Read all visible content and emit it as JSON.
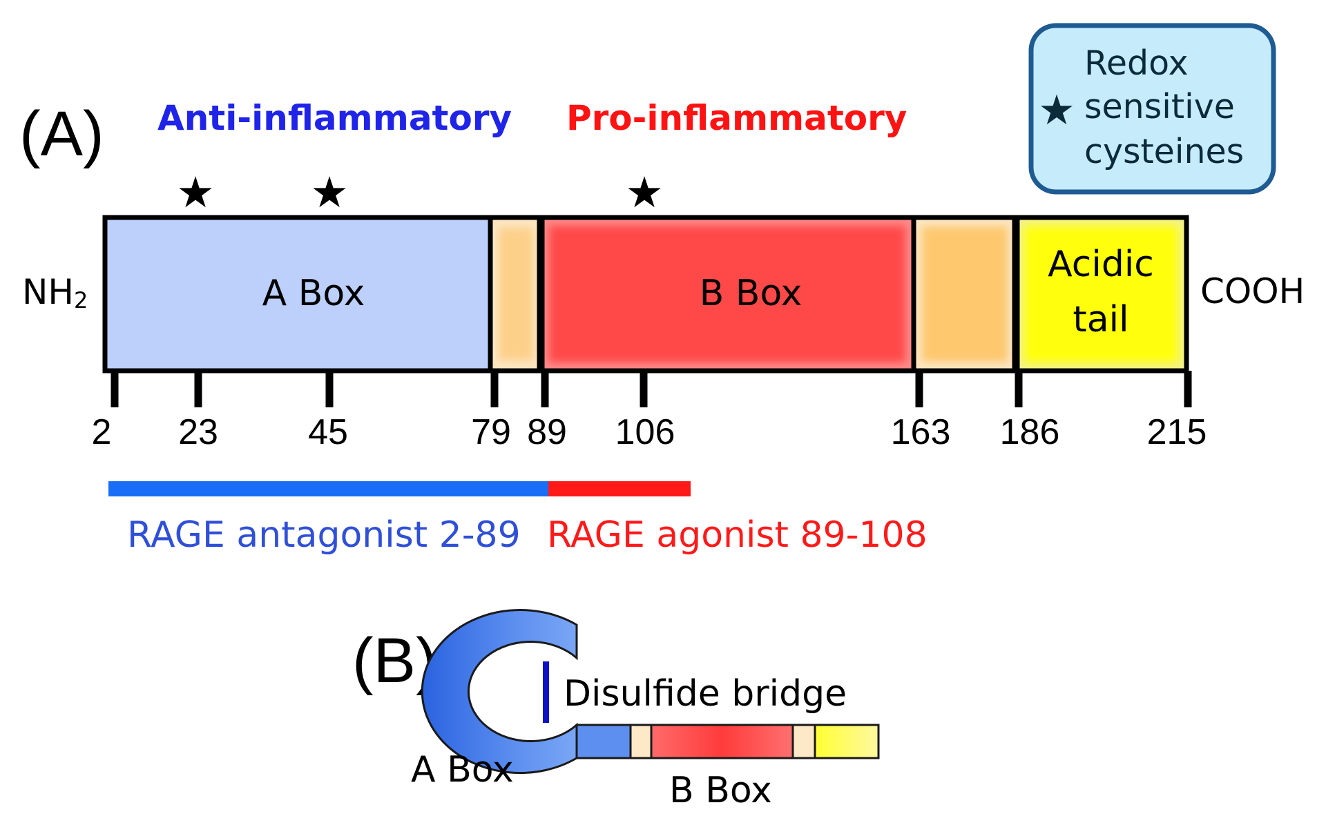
{
  "panel_a": {
    "label": "(A)",
    "anti_label": "Anti-inflammatory",
    "pro_label": "Pro-inflammatory",
    "nh2": "NH",
    "nh2_sub": "2",
    "cooh": "COOH",
    "a_box": "A Box",
    "b_box": "B Box",
    "acidic_line1": "Acidic",
    "acidic_line2": "tail",
    "ticks": [
      "2",
      "23",
      "45",
      "79",
      "89",
      "106",
      "163",
      "186",
      "215"
    ],
    "rage_antagonist": "RAGE antagonist 2-89",
    "rage_agonist": "RAGE agonist 89-108",
    "star_glyph": "★"
  },
  "legend": {
    "star": "★",
    "line1": "Redox",
    "line2": "sensitive",
    "line3": "cysteines"
  },
  "panel_b": {
    "label": "(B)",
    "disulfide": "Disulfide bridge",
    "a_box": "A Box",
    "b_box": "B Box"
  },
  "colors": {
    "a_box": "#bcd0fb",
    "linker": "#fdd08a",
    "b_box": "#ff5252",
    "acidic_tail": "#ffff1a",
    "anti_text": "#1f24e8",
    "pro_text": "#ff1212",
    "antagonist_bar": "#1a6ef5",
    "agonist_bar": "#ff1a1a",
    "legend_fill": "#c6ecfb",
    "legend_stroke": "#1f5b93"
  }
}
